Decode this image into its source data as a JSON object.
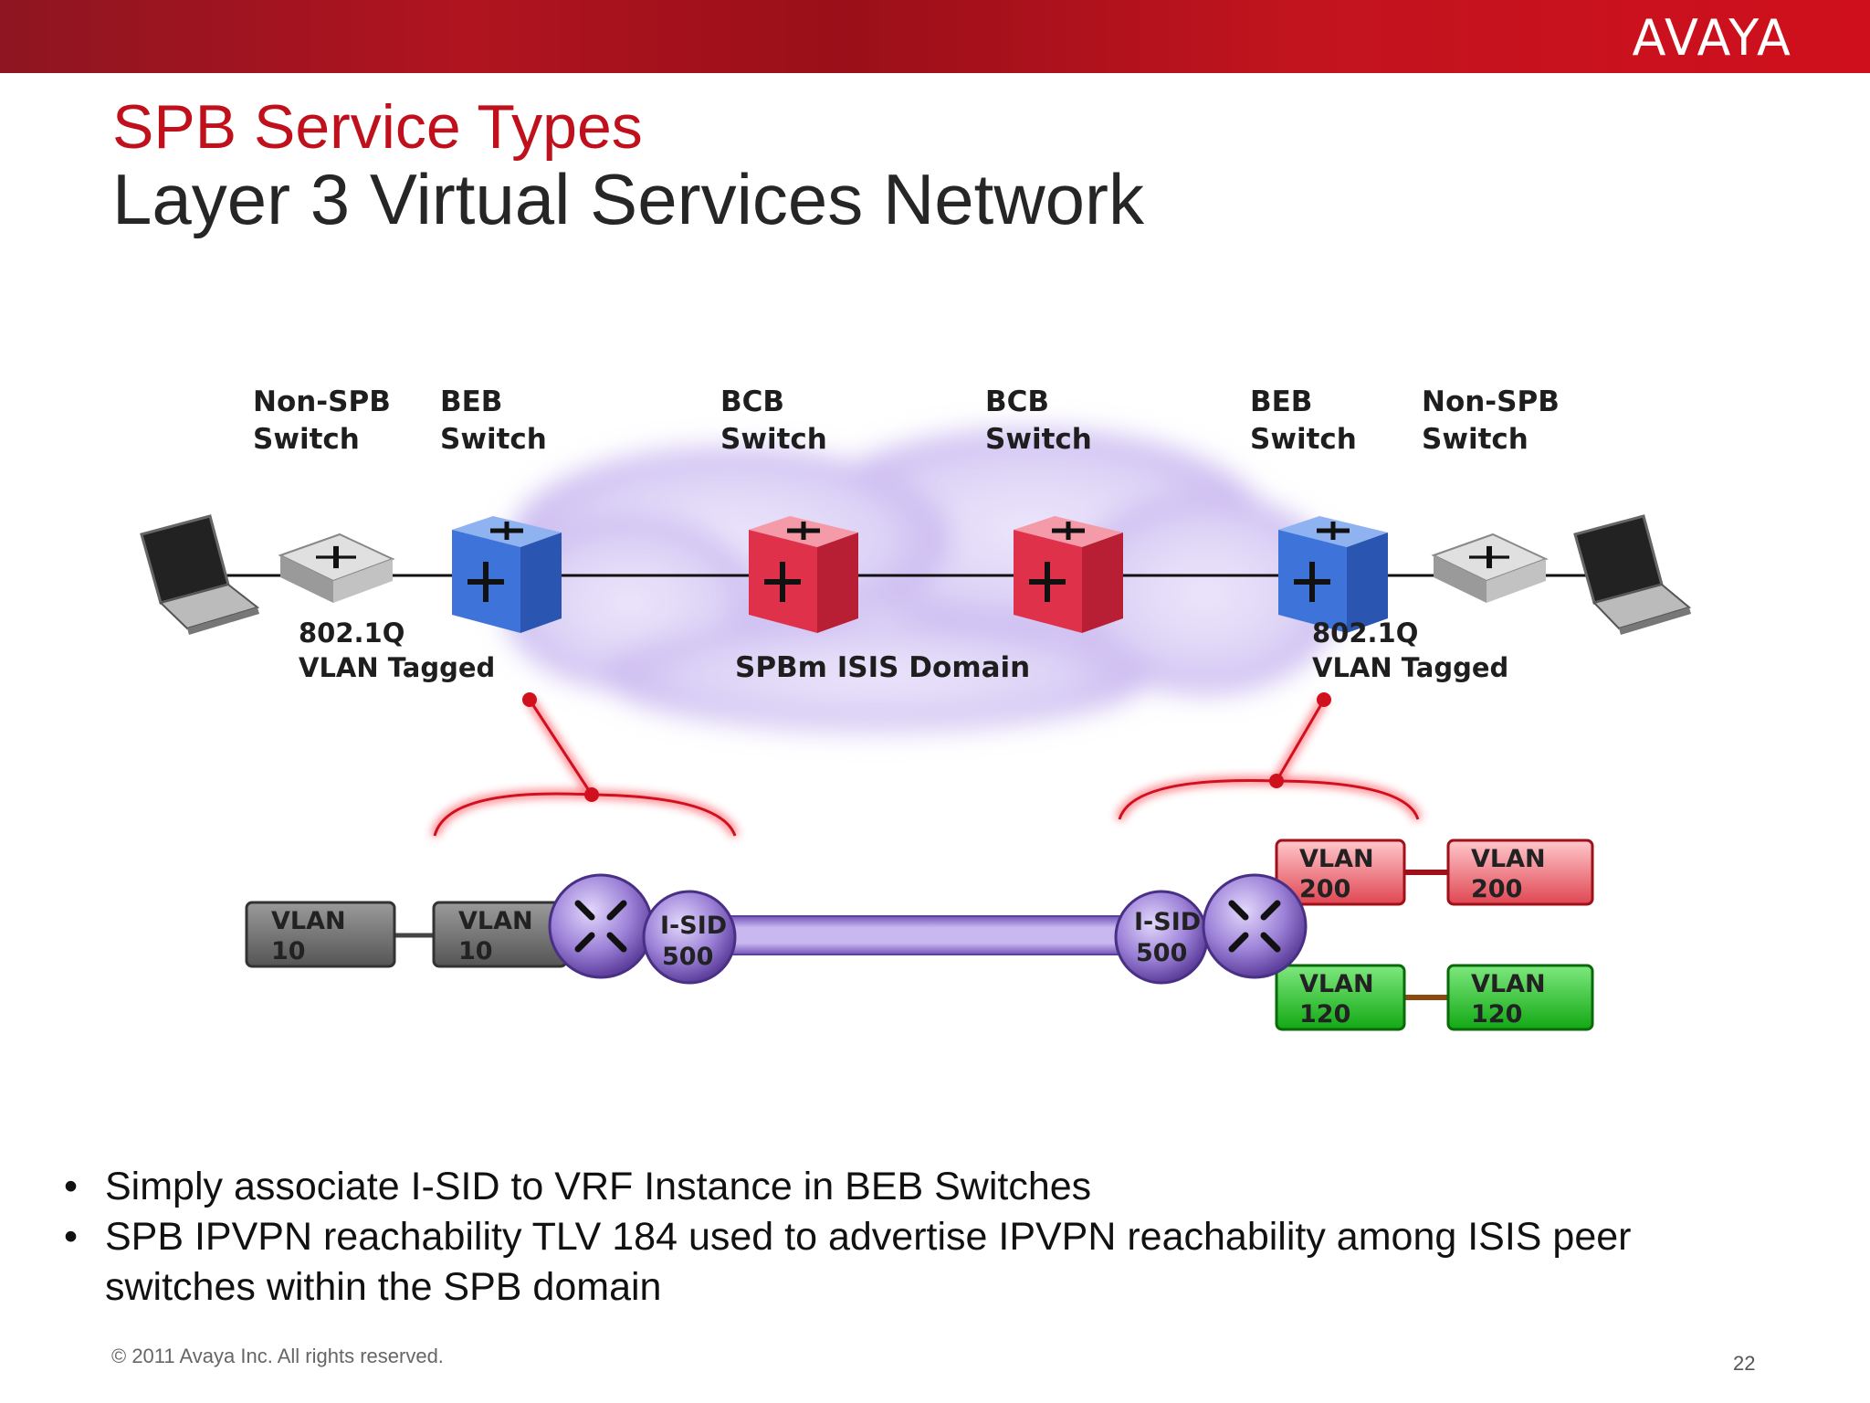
{
  "header": {
    "logo": "AVAYA"
  },
  "title": "SPB Service Types",
  "subtitle": "Layer 3 Virtual Services Network",
  "diagram": {
    "nodes": {
      "non_spb_left": {
        "line1": "Non-SPB",
        "line2": "Switch"
      },
      "beb_left": {
        "line1": "BEB",
        "line2": "Switch"
      },
      "bcb_left": {
        "line1": "BCB",
        "line2": "Switch"
      },
      "bcb_right": {
        "line1": "BCB",
        "line2": "Switch"
      },
      "beb_right": {
        "line1": "BEB",
        "line2": "Switch"
      },
      "non_spb_right": {
        "line1": "Non-SPB",
        "line2": "Switch"
      }
    },
    "tag_left": {
      "line1": "802.1Q",
      "line2": "VLAN Tagged"
    },
    "tag_right": {
      "line1": "802.1Q",
      "line2": "VLAN Tagged"
    },
    "cloud_label": "SPBm ISIS Domain",
    "left_detail": {
      "vlan_a": {
        "line1": "VLAN",
        "line2": "10"
      },
      "vlan_b": {
        "line1": "VLAN",
        "line2": "10"
      },
      "isid": {
        "line1": "I-SID",
        "line2": "500"
      }
    },
    "right_detail": {
      "isid": {
        "line1": "I-SID",
        "line2": "500"
      },
      "vlan_red_a": {
        "line1": "VLAN",
        "line2": "200"
      },
      "vlan_red_b": {
        "line1": "VLAN",
        "line2": "200"
      },
      "vlan_green_a": {
        "line1": "VLAN",
        "line2": "120"
      },
      "vlan_green_b": {
        "line1": "VLAN",
        "line2": "120"
      }
    },
    "colors": {
      "bcb": "#e0314a",
      "beb": "#3a6fd8",
      "isid": "#9b7fd6",
      "vlan_red": "#e85a66",
      "vlan_green": "#1fbf22",
      "vlan_gray": "#707070",
      "accent": "#c0101c"
    }
  },
  "bullets": [
    "Simply associate I-SID to VRF Instance in BEB Switches",
    "SPB IPVPN reachability TLV 184 used to advertise IPVPN reachability among ISIS peer switches within the SPB domain"
  ],
  "footer": {
    "copyright": "© 2011 Avaya Inc. All rights reserved.",
    "page": "22"
  }
}
